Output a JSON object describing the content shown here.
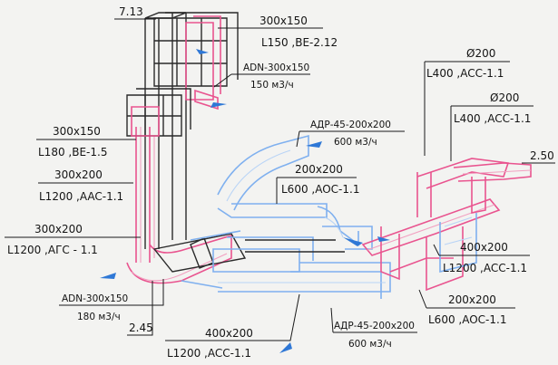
{
  "labels": {
    "elev_top": "7.13",
    "top_size": "300x150",
    "top_spec": "L150 ,BE-2.12",
    "adn_top_name": "ADN-300x150",
    "adn_top_flow": "150 м3/ч",
    "left1_size": "300x150",
    "left1_spec": "L180 ,BE-1.5",
    "left2_size": "300x200",
    "left2_spec": "L1200 ,AAC-1.1",
    "left3_size": "300x200",
    "left3_spec": "L1200 ,AГC - 1.1",
    "adn_bot_name": "ADN-300x150",
    "adn_bot_flow": "180 м3/ч",
    "elev_bottom": "2.45",
    "bot_size": "400x200",
    "bot_spec": "L1200 ,ACC-1.1",
    "r1_size": "Ø200",
    "r1_spec": "L400 ,ACC-1.1",
    "r2_size": "Ø200",
    "r2_spec": "L400 ,ACC-1.1",
    "elev_right": "2.50",
    "adr_mid_name": "AДР-45-200x200",
    "adr_mid_flow": "600 м3/ч",
    "mid_size": "200x200",
    "mid_spec": "L600 ,AOC-1.1",
    "r3_size": "400x200",
    "r3_spec": "L1200 ,ACC-1.1",
    "r4_size": "200x200",
    "r4_spec": "L600 ,AOC-1.1",
    "adr_bot_name": "AДР-45-200x200",
    "adr_bot_flow": "600 м3/ч"
  },
  "colors": {
    "pink_duct": "#e9548f",
    "blue_duct": "#7fb0ef",
    "flow_arrow": "#2f78d6"
  },
  "icons": [
    "flow-arrow-icon"
  ]
}
